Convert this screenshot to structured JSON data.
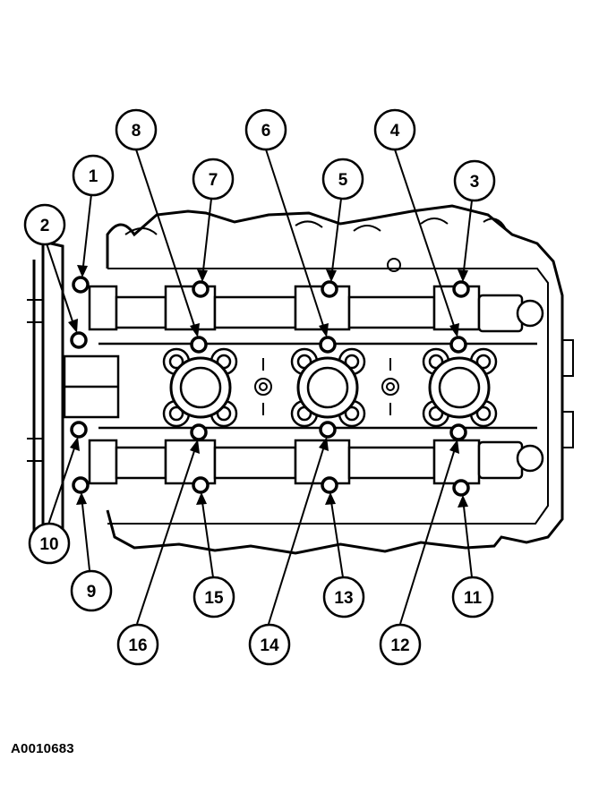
{
  "figure": {
    "id_label": "A0010683",
    "colors": {
      "ink": "#000000",
      "paper": "#ffffff"
    }
  },
  "callouts": [
    "1",
    "2",
    "3",
    "4",
    "5",
    "6",
    "7",
    "8",
    "9",
    "10",
    "11",
    "12",
    "13",
    "14",
    "15",
    "16"
  ]
}
